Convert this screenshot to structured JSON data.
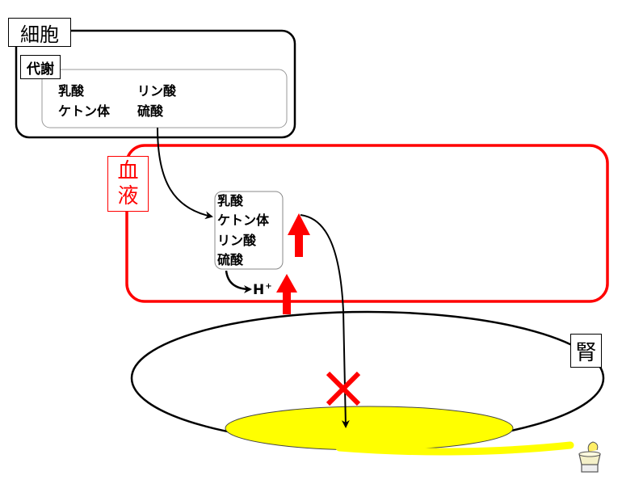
{
  "cell": {
    "label": "細胞",
    "metabolism_label": "代謝",
    "acid_rows": [
      [
        "乳酸",
        "リン酸"
      ],
      [
        "ケトン体",
        "硫酸"
      ]
    ]
  },
  "blood": {
    "label_chars": [
      "血",
      "液"
    ],
    "acids": [
      "乳酸",
      "ケトン体",
      "リン酸",
      "硫酸"
    ]
  },
  "hydrogen_ion": {
    "base": "H",
    "charge": "+"
  },
  "kidney": {
    "label": "腎"
  },
  "colors": {
    "blood_border": "#ff0000",
    "increase_arrow": "#ff0000",
    "blocked_mark": "#ff0000",
    "urine": "#ffff00"
  },
  "icons": [
    "toilet-icon"
  ]
}
